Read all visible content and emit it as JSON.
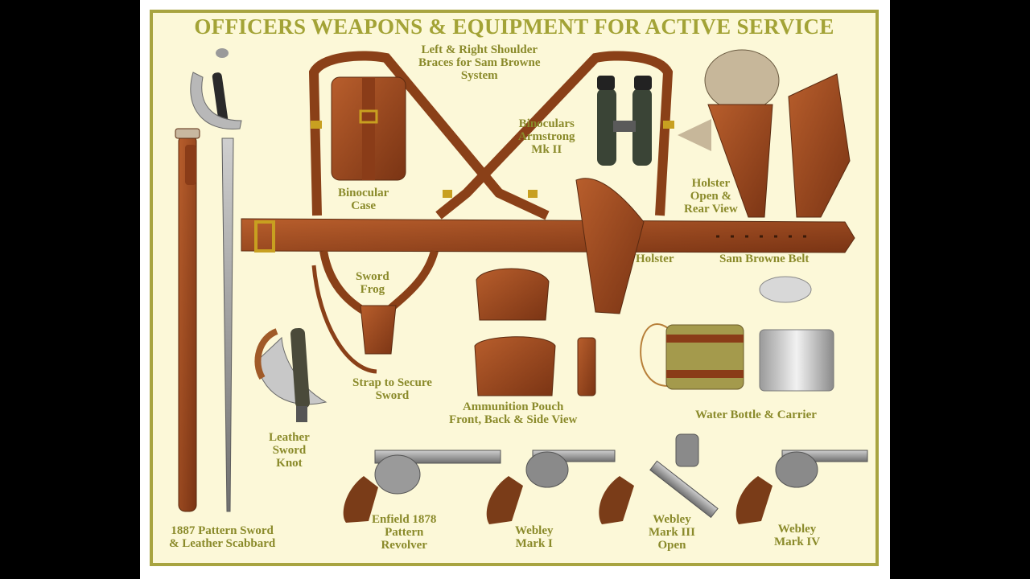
{
  "title": "OFFICERS WEAPONS & EQUIPMENT FOR ACTIVE SERVICE",
  "colors": {
    "frame": "#a8a440",
    "background": "#fcf8d8",
    "label_text": "#8a8a2a",
    "leather": "#9a4a22",
    "brass": "#c8a020",
    "steel": "#8c8c8c"
  },
  "labels": {
    "shoulder_braces": [
      "Left & Right Shoulder",
      "Braces for Sam Browne",
      "System"
    ],
    "binoculars": [
      "Binoculars",
      "Armstrong",
      "Mk II"
    ],
    "binocular_case": [
      "Binocular",
      "Case"
    ],
    "holster_views": [
      "Holster",
      "Open &",
      "Rear View"
    ],
    "holster": [
      "Holster"
    ],
    "sam_browne_belt": [
      "Sam Browne Belt"
    ],
    "sword_frog": [
      "Sword",
      "Frog"
    ],
    "strap_secure_sword": [
      "Strap to Secure",
      "Sword"
    ],
    "ammunition_pouch": [
      "Ammunition Pouch",
      "Front, Back & Side View"
    ],
    "water_bottle": [
      "Water Bottle & Carrier"
    ],
    "sword_knot": [
      "Leather",
      "Sword",
      "Knot"
    ],
    "sword_scabbard": [
      "1887 Pattern Sword",
      "& Leather Scabbard"
    ],
    "enfield": [
      "Enfield 1878",
      "Pattern",
      "Revolver"
    ],
    "webley_1": [
      "Webley",
      "Mark I"
    ],
    "webley_3": [
      "Webley",
      "Mark III",
      "Open"
    ],
    "webley_4": [
      "Webley",
      "Mark IV"
    ]
  }
}
